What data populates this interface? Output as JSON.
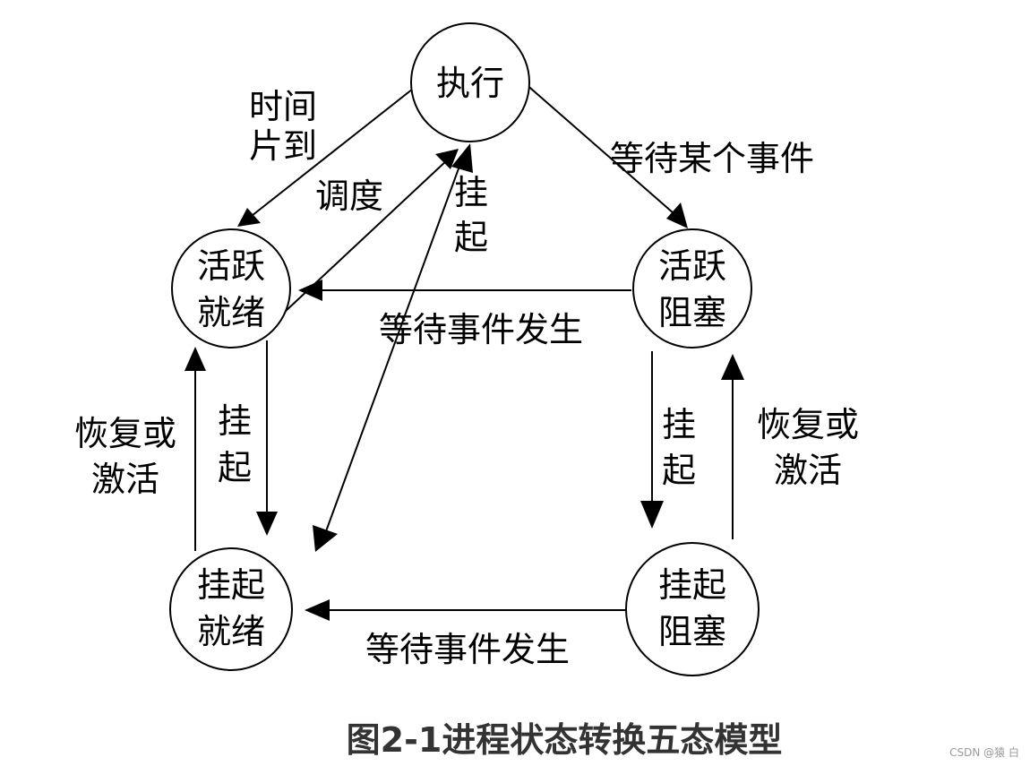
{
  "nodes": {
    "executing": {
      "lines": [
        "执行"
      ]
    },
    "active_ready": {
      "lines": [
        "活跃",
        "就绪"
      ]
    },
    "active_blocked": {
      "lines": [
        "活跃",
        "阻塞"
      ]
    },
    "suspended_ready": {
      "lines": [
        "挂起",
        "就绪"
      ]
    },
    "suspended_blocked": {
      "lines": [
        "挂起",
        "阻塞"
      ]
    }
  },
  "edges": {
    "timeslice": {
      "lines": [
        "时间",
        "片到"
      ]
    },
    "dispatch": {
      "lines": [
        "调度"
      ]
    },
    "wait_event": {
      "lines": [
        "等待某个事件"
      ]
    },
    "suspend_exec": {
      "lines": [
        "挂",
        "起"
      ]
    },
    "event_top": {
      "lines": [
        "等待事件发生"
      ]
    },
    "resume_left": {
      "lines": [
        "恢复或",
        "激活"
      ]
    },
    "suspend_left": {
      "lines": [
        "挂",
        "起"
      ]
    },
    "suspend_right": {
      "lines": [
        "挂",
        "起"
      ]
    },
    "resume_right": {
      "lines": [
        "恢复或",
        "激活"
      ]
    },
    "event_bottom": {
      "lines": [
        "等待事件发生"
      ]
    }
  },
  "caption": "图2-1进程状态转换五态模型",
  "watermark": "CSDN @猿 白"
}
